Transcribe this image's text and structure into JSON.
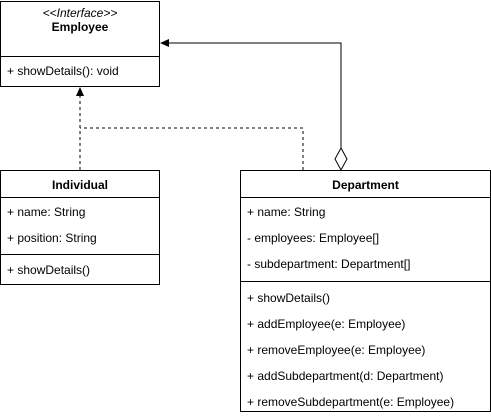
{
  "employee": {
    "stereotype": "<<Interface>>",
    "name": "Employee",
    "methods": [
      "+ showDetails(): void"
    ]
  },
  "individual": {
    "name": "Individual",
    "attributes": [
      "+ name: String",
      "+ position: String"
    ],
    "methods": [
      "+ showDetails()"
    ]
  },
  "department": {
    "name": "Department",
    "attributes": [
      "+ name: String",
      "- employees: Employee[]",
      "- subdepartment: Department[]"
    ],
    "methods": [
      "+ showDetails()",
      "+ addEmployee(e: Employee)",
      "+ removeEmployee(e: Employee)",
      "+ addSubdepartment(d: Department)",
      "+ removeSubdepartment(e: Employee)"
    ]
  }
}
